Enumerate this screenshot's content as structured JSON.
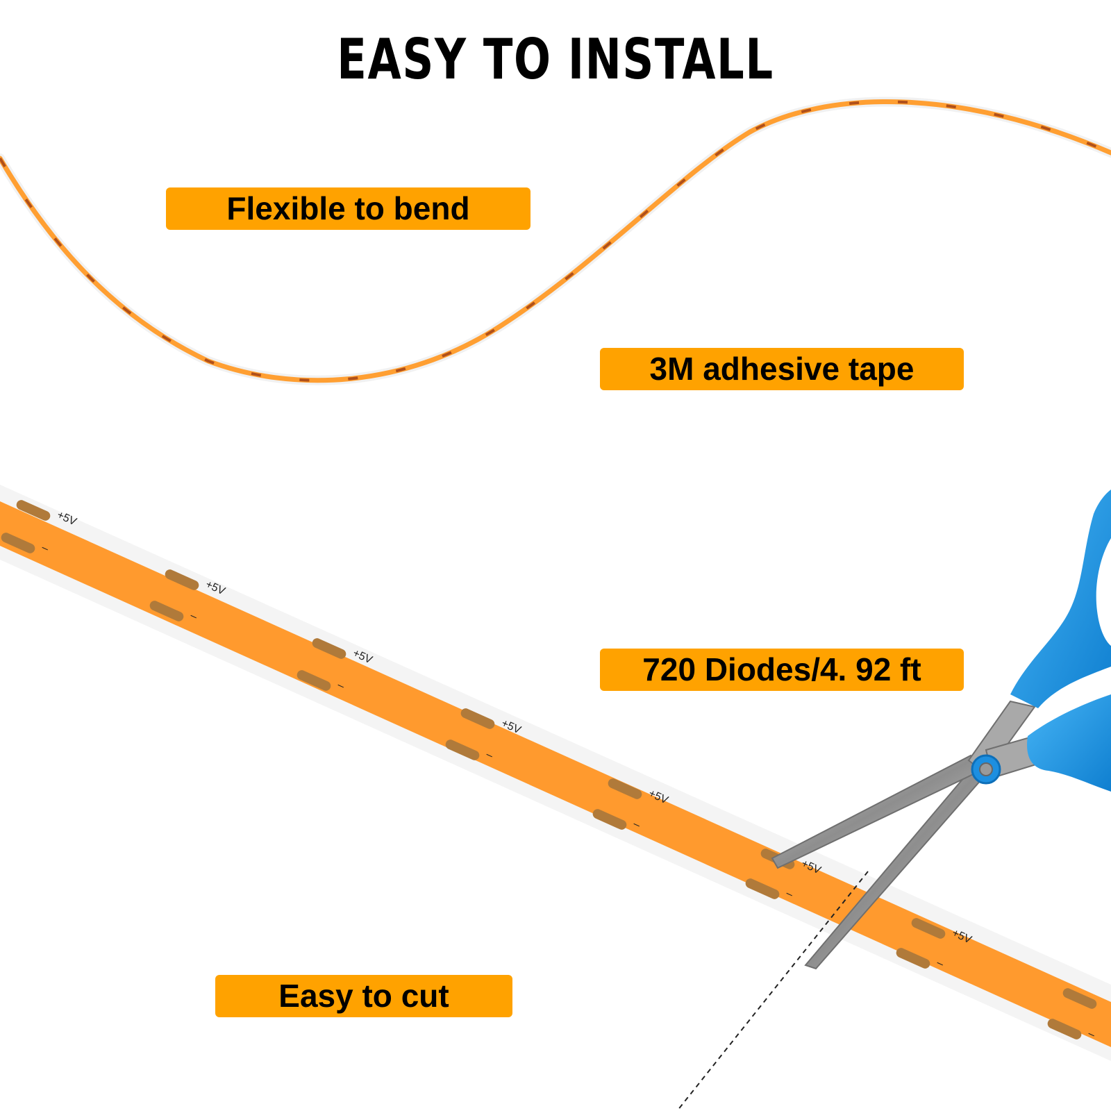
{
  "title": "EASY TO INSTALL",
  "badges": {
    "flexible": "Flexible to bend",
    "adhesive": "3M adhesive tape",
    "diodes": "720 Diodes/4. 92 ft",
    "cut": "Easy to cut"
  },
  "strip": {
    "positive_label": "+5V",
    "negative_label": "–"
  },
  "colors": {
    "badge": "#FFA200",
    "strip_orange": "#FF9A2E",
    "pad": "#B07A3A",
    "scissors_handle": "#1E96E6",
    "blade": "#9A9A9A"
  },
  "icons": {
    "scissors": "scissors-icon"
  }
}
